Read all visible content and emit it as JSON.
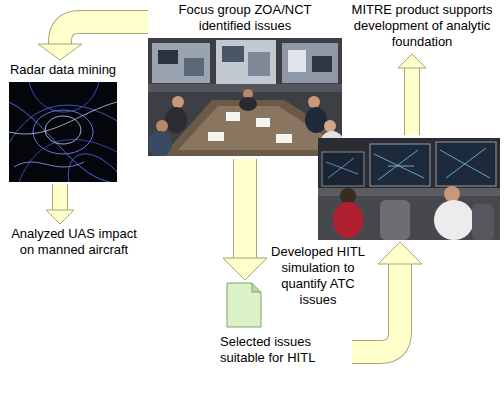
{
  "diagram": {
    "nodes": [
      {
        "text": [
          "Focus group ZOA/NCT identified issues"
        ]
      },
      {
        "text": [
          "Radar data mining"
        ]
      },
      {
        "text": [
          "Analyzed UAS impact on manned aircraft"
        ]
      },
      {
        "text": [
          "Selected issues suitable for HITL"
        ]
      },
      {
        "text": [
          "Developed HITL simulation to quantify ATC issues"
        ]
      },
      {
        "text": [
          "MITRE product supports development of analytic foundation"
        ]
      }
    ],
    "edges": [
      {
        "from": 0,
        "to": 1,
        "arrow": "to"
      },
      {
        "from": 1,
        "to": 2,
        "arrow": "to"
      },
      {
        "from": 0,
        "to": 3,
        "arrow": "to"
      },
      {
        "from": 3,
        "to": 4,
        "arrow": "to"
      },
      {
        "from": 4,
        "to": 5,
        "arrow": "to"
      }
    ]
  }
}
